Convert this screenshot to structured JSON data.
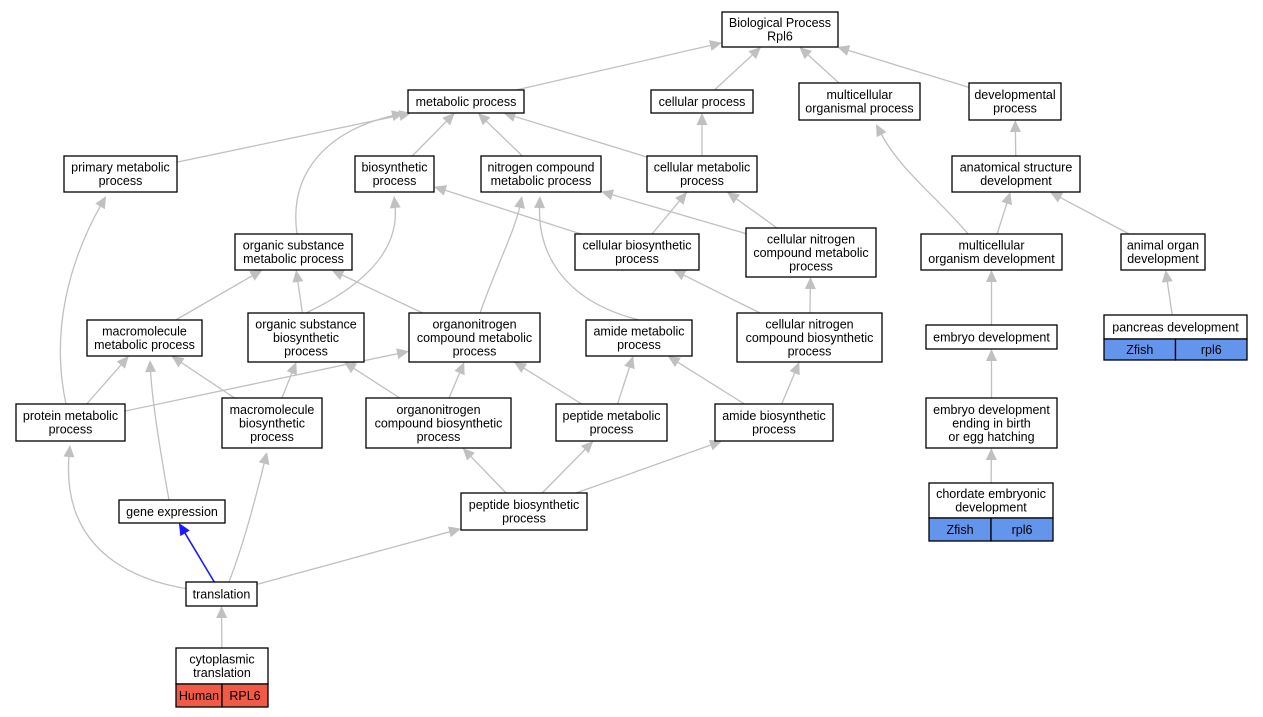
{
  "colors": {
    "zfish": "#6495ed",
    "human": "#f05a46",
    "edge": "#c0c0c0",
    "highlight": "#1a1aff"
  },
  "nodes": [
    {
      "id": "bp",
      "label": "Biological Process\nRpl6"
    },
    {
      "id": "metabolic",
      "label": "metabolic process"
    },
    {
      "id": "cellular",
      "label": "cellular process"
    },
    {
      "id": "multicell",
      "label": "multicellular\norganismal process"
    },
    {
      "id": "developmental",
      "label": "developmental\nprocess"
    },
    {
      "id": "primary",
      "label": "primary metabolic\nprocess"
    },
    {
      "id": "biosynthetic",
      "label": "biosynthetic\nprocess"
    },
    {
      "id": "nitrogen",
      "label": "nitrogen compound\nmetabolic process"
    },
    {
      "id": "cellmeta",
      "label": "cellular metabolic\nprocess"
    },
    {
      "id": "anatomical",
      "label": "anatomical structure\ndevelopment"
    },
    {
      "id": "organicsub",
      "label": "organic substance\nmetabolic process"
    },
    {
      "id": "cellbiosyn",
      "label": "cellular biosynthetic\nprocess"
    },
    {
      "id": "cellnitro",
      "label": "cellular nitrogen\ncompound metabolic\nprocess"
    },
    {
      "id": "mcdev",
      "label": "multicellular\norganism development"
    },
    {
      "id": "animalorgan",
      "label": "animal organ\ndevelopment"
    },
    {
      "id": "macromol",
      "label": "macromolecule\nmetabolic process"
    },
    {
      "id": "orgsubbio",
      "label": "organic substance\nbiosynthetic\nprocess"
    },
    {
      "id": "organonitro",
      "label": "organonitrogen\ncompound metabolic\nprocess"
    },
    {
      "id": "amidemeta",
      "label": "amide metabolic\nprocess"
    },
    {
      "id": "cellnitrobio",
      "label": "cellular nitrogen\ncompound biosynthetic\nprocess"
    },
    {
      "id": "embryo",
      "label": "embryo development"
    },
    {
      "id": "pancreas",
      "label": "pancreas development",
      "tags": [
        "Zfish",
        "rpl6"
      ],
      "tag_color": "zfish"
    },
    {
      "id": "protein",
      "label": "protein metabolic\nprocess"
    },
    {
      "id": "macrobio",
      "label": "macromolecule\nbiosynthetic\nprocess"
    },
    {
      "id": "organonitrobio",
      "label": "organonitrogen\ncompound biosynthetic\nprocess"
    },
    {
      "id": "peptidemeta",
      "label": "peptide metabolic\nprocess"
    },
    {
      "id": "amidebio",
      "label": "amide biosynthetic\nprocess"
    },
    {
      "id": "embryobirth",
      "label": "embryo development\nending in birth\nor egg hatching"
    },
    {
      "id": "geneexp",
      "label": "gene expression"
    },
    {
      "id": "peptidebio",
      "label": "peptide biosynthetic\nprocess"
    },
    {
      "id": "chordate",
      "label": "chordate embryonic\ndevelopment",
      "tags": [
        "Zfish",
        "rpl6"
      ],
      "tag_color": "zfish"
    },
    {
      "id": "translation",
      "label": "translation"
    },
    {
      "id": "cytoplasmic",
      "label": "cytoplasmic\ntranslation",
      "tags": [
        "Human",
        "RPL6"
      ],
      "tag_color": "human"
    }
  ],
  "edges": [
    {
      "from": "metabolic",
      "to": "bp"
    },
    {
      "from": "cellular",
      "to": "bp"
    },
    {
      "from": "multicell",
      "to": "bp"
    },
    {
      "from": "developmental",
      "to": "bp"
    },
    {
      "from": "primary",
      "to": "metabolic"
    },
    {
      "from": "biosynthetic",
      "to": "metabolic"
    },
    {
      "from": "nitrogen",
      "to": "metabolic"
    },
    {
      "from": "cellmeta",
      "to": "metabolic"
    },
    {
      "from": "cellmeta",
      "to": "cellular"
    },
    {
      "from": "anatomical",
      "to": "developmental"
    },
    {
      "from": "organicsub",
      "to": "metabolic"
    },
    {
      "from": "cellbiosyn",
      "to": "biosynthetic"
    },
    {
      "from": "cellbiosyn",
      "to": "cellmeta"
    },
    {
      "from": "cellnitro",
      "to": "nitrogen"
    },
    {
      "from": "cellnitro",
      "to": "cellmeta"
    },
    {
      "from": "mcdev",
      "to": "multicell"
    },
    {
      "from": "mcdev",
      "to": "anatomical"
    },
    {
      "from": "animalorgan",
      "to": "anatomical"
    },
    {
      "from": "macromol",
      "to": "organicsub"
    },
    {
      "from": "orgsubbio",
      "to": "organicsub"
    },
    {
      "from": "orgsubbio",
      "to": "biosynthetic"
    },
    {
      "from": "organonitro",
      "to": "organicsub"
    },
    {
      "from": "organonitro",
      "to": "nitrogen"
    },
    {
      "from": "amidemeta",
      "to": "nitrogen"
    },
    {
      "from": "cellnitrobio",
      "to": "cellbiosyn"
    },
    {
      "from": "cellnitrobio",
      "to": "cellnitro"
    },
    {
      "from": "embryo",
      "to": "mcdev"
    },
    {
      "from": "pancreas",
      "to": "animalorgan"
    },
    {
      "from": "protein",
      "to": "primary"
    },
    {
      "from": "protein",
      "to": "macromol"
    },
    {
      "from": "protein",
      "to": "organonitro"
    },
    {
      "from": "macrobio",
      "to": "macromol"
    },
    {
      "from": "macrobio",
      "to": "orgsubbio"
    },
    {
      "from": "organonitrobio",
      "to": "orgsubbio"
    },
    {
      "from": "organonitrobio",
      "to": "organonitro"
    },
    {
      "from": "peptidemeta",
      "to": "organonitro"
    },
    {
      "from": "peptidemeta",
      "to": "amidemeta"
    },
    {
      "from": "amidebio",
      "to": "amidemeta"
    },
    {
      "from": "amidebio",
      "to": "cellnitrobio"
    },
    {
      "from": "embryobirth",
      "to": "embryo"
    },
    {
      "from": "geneexp",
      "to": "macromol"
    },
    {
      "from": "peptidebio",
      "to": "organonitrobio"
    },
    {
      "from": "peptidebio",
      "to": "peptidemeta"
    },
    {
      "from": "peptidebio",
      "to": "amidebio"
    },
    {
      "from": "chordate",
      "to": "embryobirth"
    },
    {
      "from": "translation",
      "to": "geneexp",
      "highlight": true
    },
    {
      "from": "translation",
      "to": "protein"
    },
    {
      "from": "translation",
      "to": "macrobio"
    },
    {
      "from": "translation",
      "to": "peptidebio"
    },
    {
      "from": "cytoplasmic",
      "to": "translation"
    }
  ]
}
